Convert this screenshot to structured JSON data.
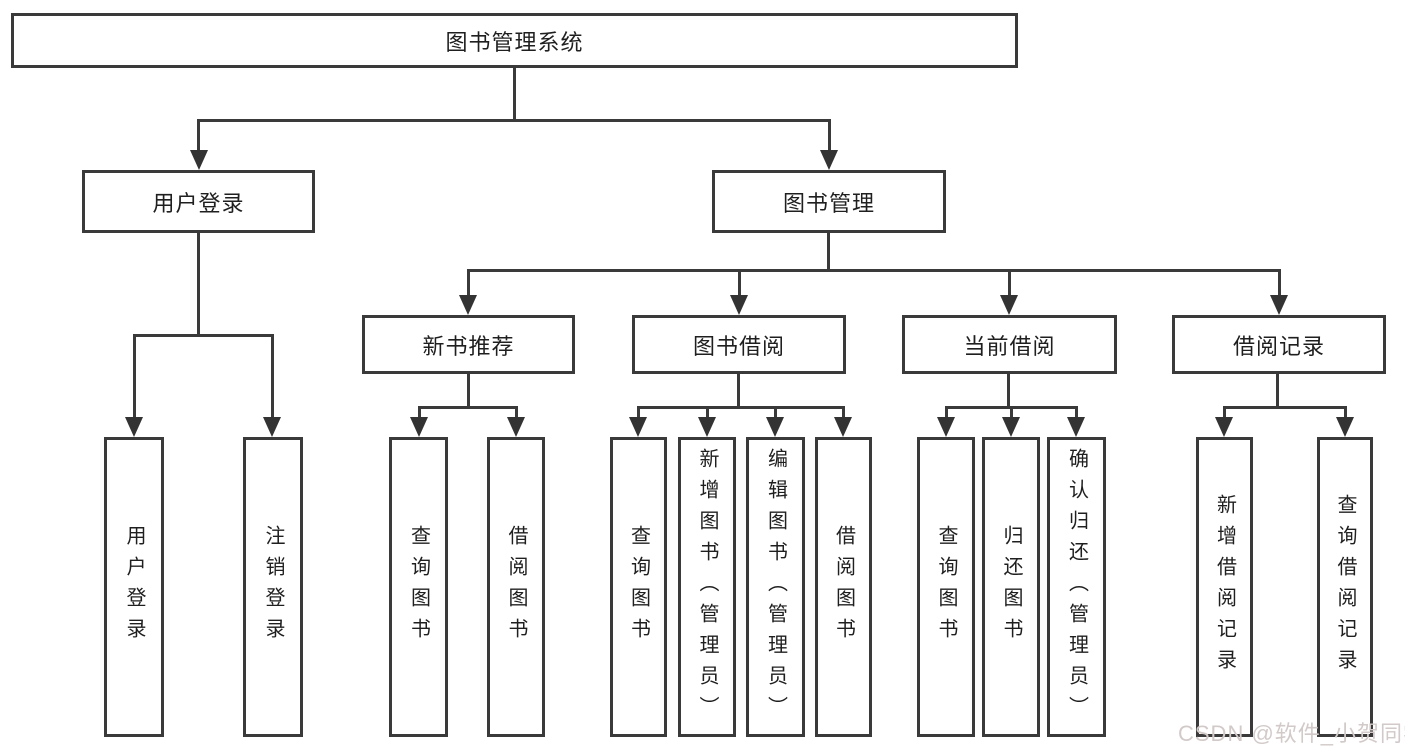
{
  "diagram": {
    "tree": {
      "label": "图书管理系统",
      "children": [
        {
          "label": "用户登录",
          "children": [
            {
              "label": "用户登录"
            },
            {
              "label": "注销登录"
            }
          ]
        },
        {
          "label": "图书管理",
          "children": [
            {
              "label": "新书推荐",
              "children": [
                {
                  "label": "查询图书"
                },
                {
                  "label": "借阅图书"
                }
              ]
            },
            {
              "label": "图书借阅",
              "children": [
                {
                  "label": "查询图书"
                },
                {
                  "label": "新增图书（管理员）"
                },
                {
                  "label": "编辑图书（管理员）"
                },
                {
                  "label": "借阅图书"
                }
              ]
            },
            {
              "label": "当前借阅",
              "children": [
                {
                  "label": "查询图书"
                },
                {
                  "label": "归还图书"
                },
                {
                  "label": "确认归还（管理员）"
                }
              ]
            },
            {
              "label": "借阅记录",
              "children": [
                {
                  "label": "新增借阅记录"
                },
                {
                  "label": "查询借阅记录"
                }
              ]
            }
          ]
        }
      ]
    },
    "watermark": "CSDN @软件_小贺同学",
    "colors": {
      "line": "#3a3a3a",
      "text": "#1f1f1f",
      "background": "#ffffff",
      "watermark": "#d2cac9"
    }
  }
}
